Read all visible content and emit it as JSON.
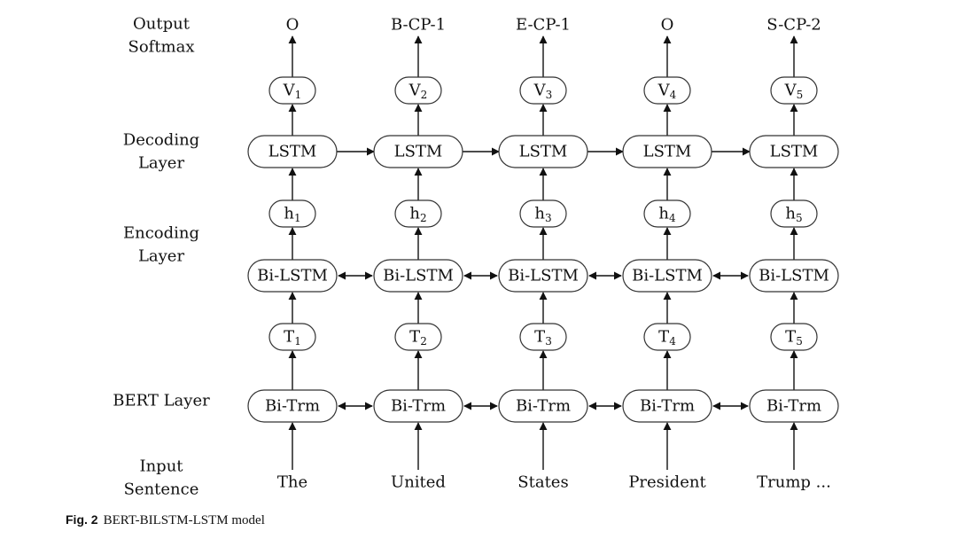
{
  "row_labels": {
    "output": [
      "Output",
      "Softmax"
    ],
    "decoding": [
      "Decoding",
      "Layer"
    ],
    "encoding": [
      "Encoding",
      "Layer"
    ],
    "bert": [
      "BERT Layer"
    ],
    "input": [
      "Input",
      "Sentence"
    ]
  },
  "columns": [
    {
      "output": "O",
      "v": "V",
      "v_sub": "1",
      "decoder": "LSTM",
      "h": "h",
      "h_sub": "1",
      "encoder": "Bi-LSTM",
      "t": "T",
      "t_sub": "1",
      "bert": "Bi-Trm",
      "input": "The"
    },
    {
      "output": "B-CP-1",
      "v": "V",
      "v_sub": "2",
      "decoder": "LSTM",
      "h": "h",
      "h_sub": "2",
      "encoder": "Bi-LSTM",
      "t": "T",
      "t_sub": "2",
      "bert": "Bi-Trm",
      "input": "United"
    },
    {
      "output": "E-CP-1",
      "v": "V",
      "v_sub": "3",
      "decoder": "LSTM",
      "h": "h",
      "h_sub": "3",
      "encoder": "Bi-LSTM",
      "t": "T",
      "t_sub": "3",
      "bert": "Bi-Trm",
      "input": "States"
    },
    {
      "output": "O",
      "v": "V",
      "v_sub": "4",
      "decoder": "LSTM",
      "h": "h",
      "h_sub": "4",
      "encoder": "Bi-LSTM",
      "t": "T",
      "t_sub": "4",
      "bert": "Bi-Trm",
      "input": "President"
    },
    {
      "output": "S-CP-2",
      "v": "V",
      "v_sub": "5",
      "decoder": "LSTM",
      "h": "h",
      "h_sub": "5",
      "encoder": "Bi-LSTM",
      "t": "T",
      "t_sub": "5",
      "bert": "Bi-Trm",
      "input": "Trump ..."
    }
  ],
  "caption": {
    "label": "Fig. 2",
    "text": "BERT-BILSTM-LSTM model"
  }
}
